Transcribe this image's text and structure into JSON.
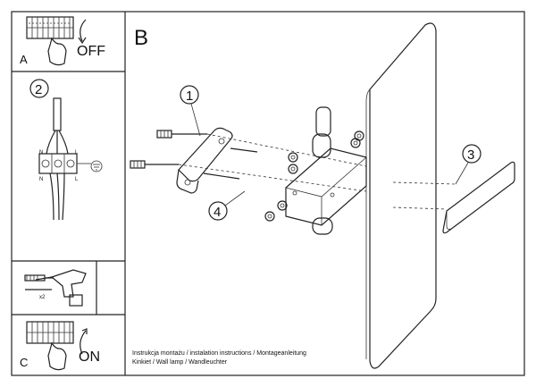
{
  "panels": {
    "a": {
      "letter": "A",
      "action": "OFF"
    },
    "c": {
      "letter": "C",
      "action": "ON"
    },
    "drill": {
      "quantity": "x2"
    },
    "wiring": {
      "step": "2",
      "terminals": [
        "N",
        "L",
        "N",
        "L"
      ]
    }
  },
  "main": {
    "letter": "B",
    "callouts": [
      "1",
      "3",
      "4"
    ]
  },
  "caption": {
    "line1": "Instrukcja montażu / instalation instructions / Montageanleitung",
    "line2": "Kinkiet / Wall lamp / Wandleuchter"
  }
}
